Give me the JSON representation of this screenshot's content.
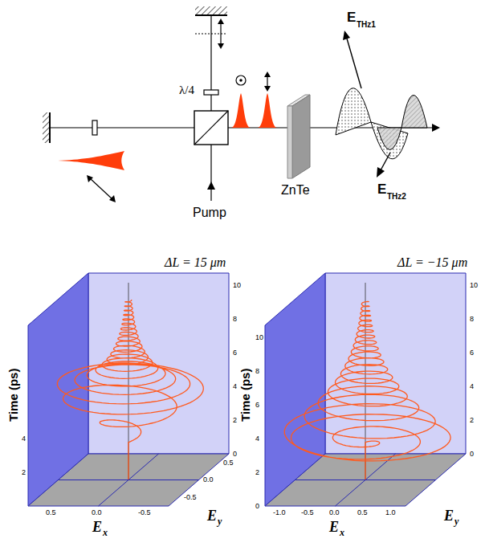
{
  "diagram": {
    "labels": [
      "λ/4",
      "Pump",
      "ZnTe",
      "E",
      "THz1",
      "E",
      "THz2",
      "ΔL = 15 μm",
      "Time (ps)",
      "0",
      "2",
      "4",
      "6",
      "8",
      "10",
      "2",
      "4",
      "0.5",
      "0.0",
      "-0.5",
      "-0.5",
      "0.0",
      "0.5",
      "E",
      "x",
      "E",
      "y",
      "ΔL = −15 μm",
      "Time (ps)",
      "0",
      "2",
      "4",
      "6",
      "8",
      "10",
      "10",
      "8",
      "6",
      "4",
      "2",
      "0",
      "-1.0",
      "-0.5",
      "0.0",
      "0.5",
      "1.0",
      "E",
      "x",
      "E",
      "y"
    ]
  }
}
